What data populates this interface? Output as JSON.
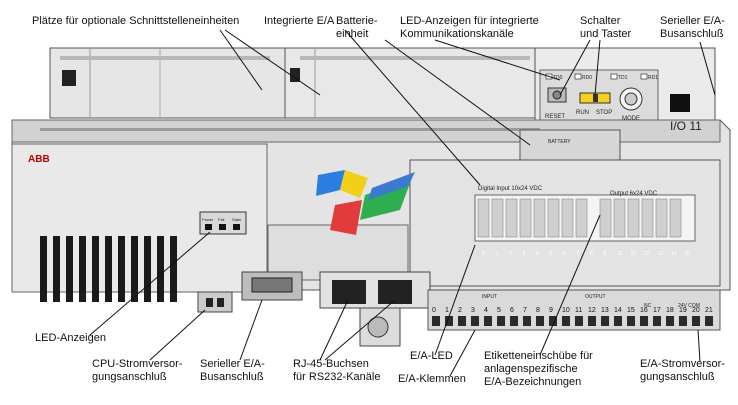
{
  "labels": {
    "slots": "Plätze für optionale Schnittstelleneinheiten",
    "integrated_io": "Integrierte E/A",
    "battery": "Batterie-\neinheit",
    "led_comm": "LED-Anzeigen für integrierte\nKommunikationskanäle",
    "switch": "Schalter\nund Taster",
    "serial_io_right": "Serieller E/A-\nBusanschluß",
    "led_indicators": "LED-Anzeigen",
    "cpu_power": "CPU-Stromversor-\ngungsanschluß",
    "serial_io_bottom": "Serieller E/A-\nBusanschluß",
    "rj45": "RJ-45-Buchsen\nfür RS232-Kanäle",
    "io_led": "E/A-LED",
    "io_terminals": "E/A-Klemmen",
    "label_slots": "Etiketteneinschübe für\nanlagenspezifische\nE/A-Bezeichnungen",
    "io_power": "E/A-Stromversor-\ngungsanschluß"
  },
  "device": {
    "brand": "ABB",
    "model": "I/O 11",
    "battery_text": "BATTERY",
    "led_td0": "TD0",
    "led_rd0": "RD0",
    "led_td1": "TD1",
    "led_rd1": "RD1",
    "reset": "RESET",
    "run": "RUN",
    "stop": "STOP",
    "mode": "MODE",
    "digital_input": "Digital Input 10x24 VDC",
    "output": "Output 6x24 VDC",
    "power": "Power",
    "fail": "Fail",
    "state": "State",
    "input_hdr": "INPUT",
    "output_hdr": "OUTPUT",
    "nc_hdr": "NC",
    "com_hdr": "24V COM",
    "terminal_numbers": [
      "0",
      "1",
      "2",
      "3",
      "4",
      "5",
      "6",
      "7",
      "8",
      "9",
      "10",
      "11",
      "12",
      "13",
      "14",
      "15",
      "16",
      "17",
      "18",
      "19",
      "20",
      "21"
    ],
    "led_numbers": [
      "0",
      "1",
      "2",
      "3",
      "4",
      "5",
      "6",
      "7",
      "8",
      "9",
      "10",
      "11",
      "12",
      "13",
      "14",
      "15"
    ]
  }
}
